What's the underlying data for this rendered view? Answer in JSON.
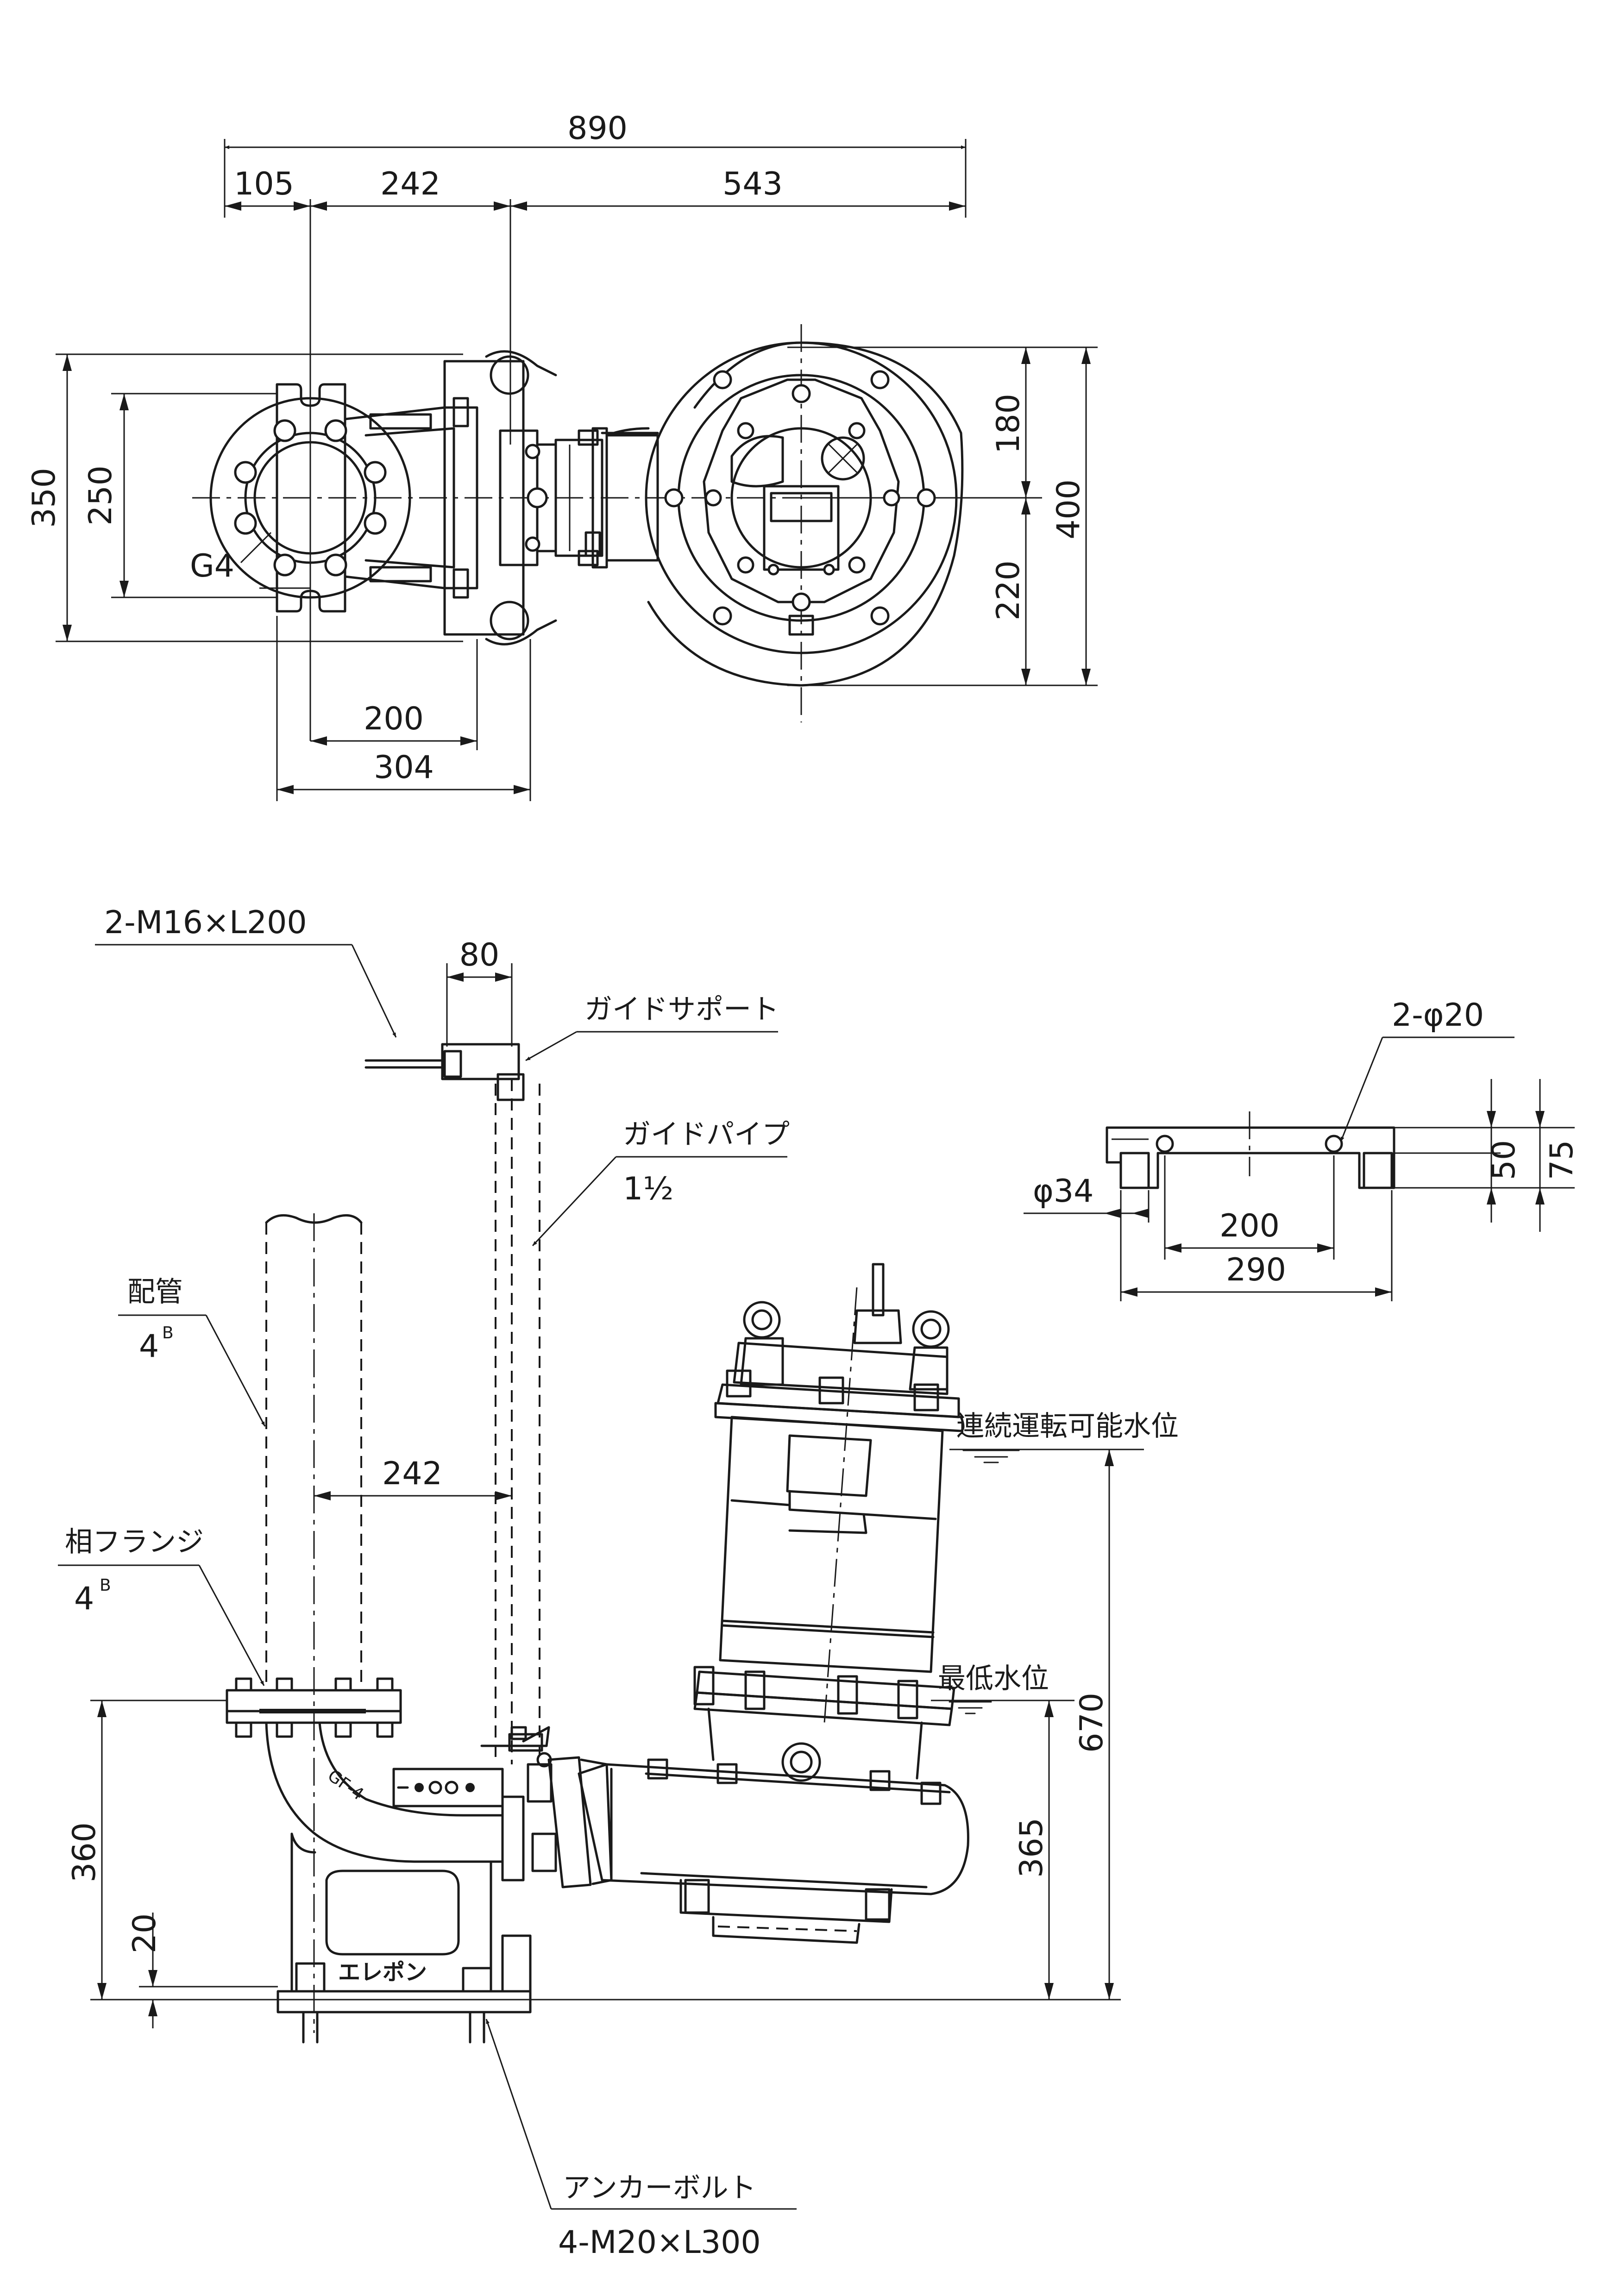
{
  "top_view": {
    "dim_890": "890",
    "dim_105": "105",
    "dim_242": "242",
    "dim_543": "543",
    "dim_350": "350",
    "dim_250": "250",
    "dim_180": "180",
    "dim_400": "400",
    "dim_220": "220",
    "dim_200": "200",
    "dim_304": "304",
    "label_g4": "G4"
  },
  "side_view": {
    "bolt_label": "2-M16×L200",
    "dim_80": "80",
    "guide_support": "ガイドサポート",
    "guide_pipe": "ガイドパイプ",
    "guide_pipe_size": "1½",
    "piping": "配管",
    "piping_size": "4",
    "piping_size_sup": "B",
    "dim_242": "242",
    "mating_flange": "相フランジ",
    "mating_flange_size": "4",
    "mating_flange_size_sup": "B",
    "continuous_level": "連続運転可能水位",
    "min_level": "最低水位",
    "dim_670": "670",
    "dim_365": "365",
    "dim_360": "360",
    "dim_20": "20",
    "base_marking": "GF-4",
    "anchor_bolt": "アンカーボルト",
    "anchor_bolt_spec": "4-M20×L300"
  },
  "detail_view": {
    "hole_label": "2-φ20",
    "dim_50": "50",
    "dim_75": "75",
    "dim_phi34": "φ34",
    "dim_200": "200",
    "dim_290": "290"
  }
}
